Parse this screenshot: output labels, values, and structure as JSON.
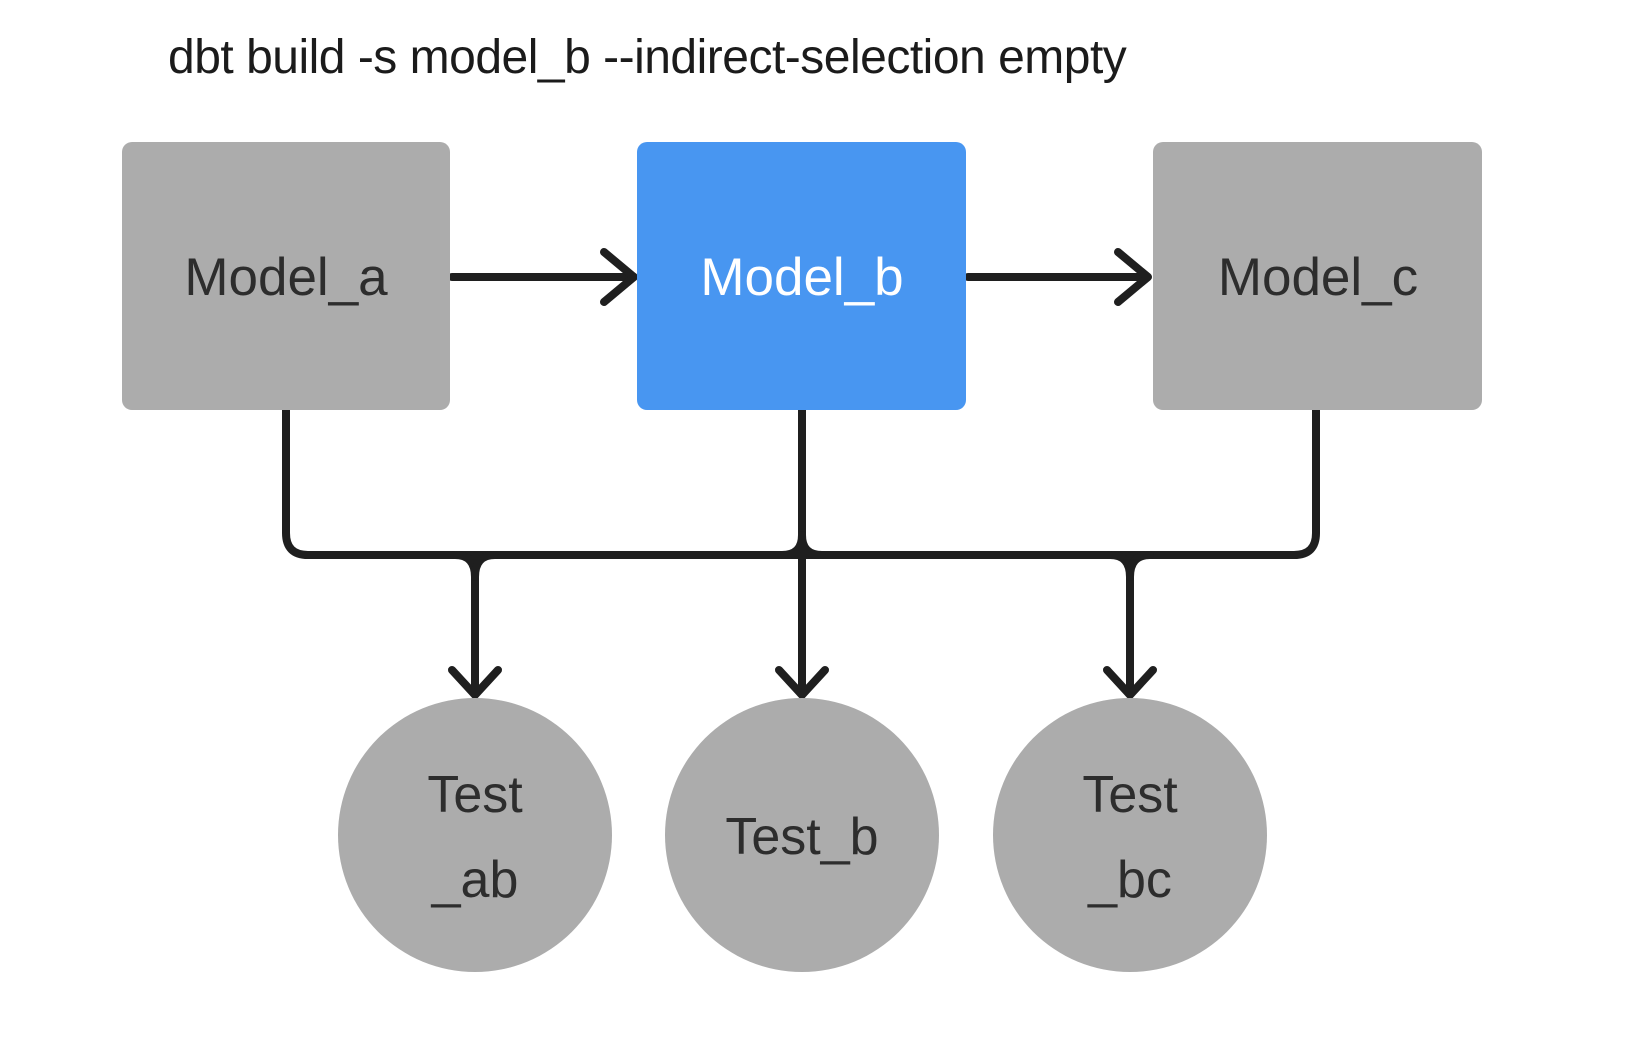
{
  "title": "dbt build -s model_b --indirect-selection empty",
  "colors": {
    "background": "#FFFFFF",
    "node_gray": "#ACACAC",
    "node_selected_blue": "#4896F1",
    "node_text": "#2D2D2D",
    "selected_node_text": "#FFFFFF",
    "edge": "#1F1F1F",
    "title_text": "#1B1B1B"
  },
  "nodes": {
    "model_a": {
      "label": "Model_a",
      "kind": "model",
      "selected": false
    },
    "model_b": {
      "label": "Model_b",
      "kind": "model",
      "selected": true
    },
    "model_c": {
      "label": "Model_c",
      "kind": "model",
      "selected": false
    },
    "test_ab": {
      "line1": "Test",
      "line2": "_ab",
      "kind": "test",
      "selected": false
    },
    "test_b": {
      "label": "Test_b",
      "kind": "test",
      "selected": false
    },
    "test_bc": {
      "line1": "Test",
      "line2": "_bc",
      "kind": "test",
      "selected": false
    }
  },
  "edges": [
    {
      "from": "model_a",
      "to": "model_b"
    },
    {
      "from": "model_b",
      "to": "model_c"
    },
    {
      "from": "model_a",
      "to": "test_ab"
    },
    {
      "from": "model_b",
      "to": "test_ab"
    },
    {
      "from": "model_b",
      "to": "test_b"
    },
    {
      "from": "model_b",
      "to": "test_bc"
    },
    {
      "from": "model_c",
      "to": "test_bc"
    }
  ]
}
